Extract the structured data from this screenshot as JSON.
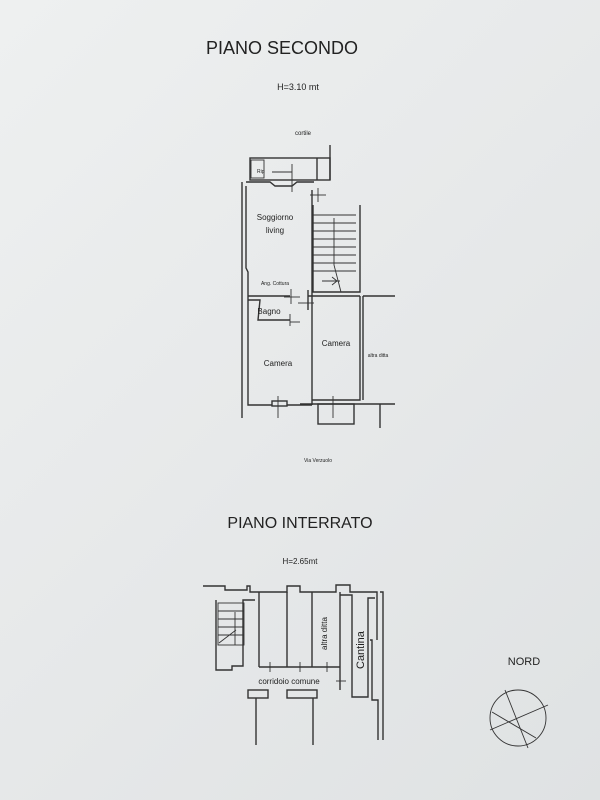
{
  "upper_floor": {
    "title": "PIANO SECONDO",
    "height": "H=3.10 mt",
    "labels": {
      "courtyard": "cortile",
      "storage": "Rip",
      "living_1": "Soggiorno",
      "living_2": "living",
      "kitchen": "Ang. Cottura",
      "bathroom": "Bagno",
      "bedroom_left": "Camera",
      "bedroom_right": "Camera",
      "other_unit": "altra ditta",
      "street": "Via Verzuolo"
    }
  },
  "basement": {
    "title": "PIANO INTERRATO",
    "height": "H=2.65mt",
    "labels": {
      "other_unit": "altra ditta",
      "cellar": "Cantina",
      "corridor": "corridoio comune"
    }
  },
  "north_label": "NORD"
}
